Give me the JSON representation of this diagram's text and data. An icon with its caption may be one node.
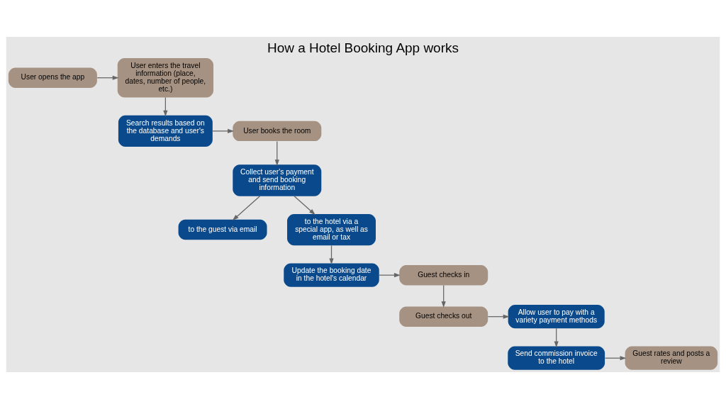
{
  "diagram": {
    "title": "How a Hotel Booking App works",
    "nodes": [
      {
        "text": [
          "User opens the app"
        ]
      },
      {
        "text": [
          "User enters the travel information (place, dates, number of people, etc.)"
        ]
      },
      {
        "text": [
          "Search results based on the database and user's demands"
        ]
      },
      {
        "text": [
          "User books the room"
        ]
      },
      {
        "text": [
          "Collect user's payment and send booking information"
        ]
      },
      {
        "text": [
          "to the guest via email"
        ]
      },
      {
        "text": [
          "to the hotel via a special app, as well as email or tax"
        ]
      },
      {
        "text": [
          "Update the booking date in the hotel's calendar"
        ]
      },
      {
        "text": [
          "Guest checks in"
        ]
      },
      {
        "text": [
          "Guest checks out"
        ]
      },
      {
        "text": [
          "Allow user to pay with a variety payment methods"
        ]
      },
      {
        "text": [
          "Send commission invoice to the hotel"
        ]
      },
      {
        "text": [
          "Guest rates and posts a review"
        ]
      }
    ],
    "edges": [
      {
        "from": 0,
        "to": 1,
        "arrow": "to"
      },
      {
        "from": 1,
        "to": 2,
        "arrow": "to"
      },
      {
        "from": 2,
        "to": 3,
        "arrow": "to"
      },
      {
        "from": 3,
        "to": 4,
        "arrow": "to"
      },
      {
        "from": 4,
        "to": 5,
        "arrow": "to"
      },
      {
        "from": 4,
        "to": 6,
        "arrow": "to"
      },
      {
        "from": 6,
        "to": 7,
        "arrow": "to"
      },
      {
        "from": 7,
        "to": 8,
        "arrow": "to"
      },
      {
        "from": 8,
        "to": 9,
        "arrow": "to"
      },
      {
        "from": 9,
        "to": 10,
        "arrow": "to"
      },
      {
        "from": 10,
        "to": 11,
        "arrow": "to"
      },
      {
        "from": 11,
        "to": 12,
        "arrow": "to"
      }
    ]
  }
}
